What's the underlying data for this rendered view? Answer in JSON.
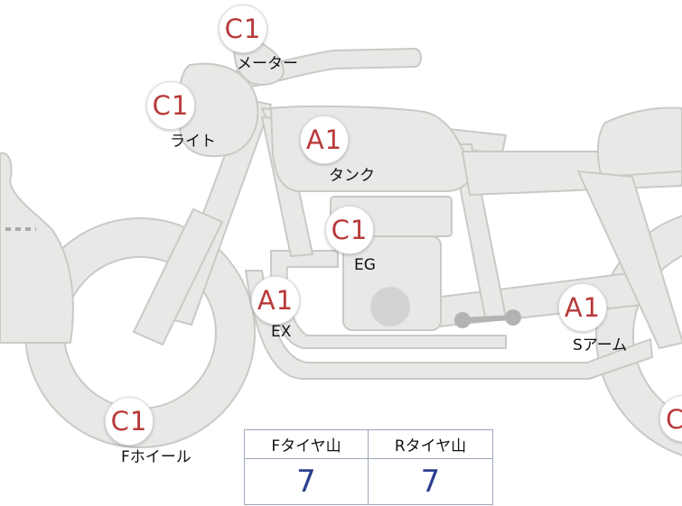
{
  "colors": {
    "body_fill": "#e8e8e6",
    "body_stroke": "#c9c9c6",
    "grade_text": "#b83a3a",
    "value_text": "#2b3f8f"
  },
  "parts": [
    {
      "id": "meter",
      "grade": "C1",
      "label": "メーター"
    },
    {
      "id": "light",
      "grade": "C1",
      "label": "ライト"
    },
    {
      "id": "tank",
      "grade": "A1",
      "label": "タンク"
    },
    {
      "id": "engine",
      "grade": "C1",
      "label": "EG"
    },
    {
      "id": "exhaust",
      "grade": "A1",
      "label": "EX"
    },
    {
      "id": "swingarm",
      "grade": "A1",
      "label": "Sアーム"
    },
    {
      "id": "front-wheel",
      "grade": "C1",
      "label": "Fホイール"
    },
    {
      "id": "rear-wheel",
      "grade": "C",
      "label": ""
    }
  ],
  "tire_table": {
    "front_header": "Fタイヤ山",
    "rear_header": "Rタイヤ山",
    "front_value": "7",
    "rear_value": "7"
  }
}
